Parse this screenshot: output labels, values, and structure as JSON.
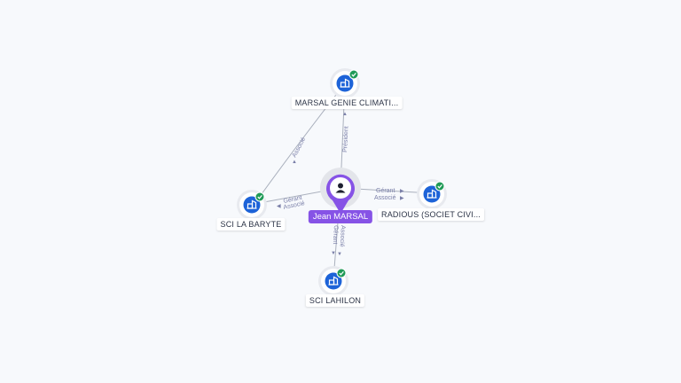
{
  "colors": {
    "edge": "#aab0bd",
    "edge_label": "#7a7fa8",
    "company_icon_bg": "#1d63d8",
    "check_badge": "#1f9a57",
    "person_pin": "#8653e6",
    "person_halo": "#e3e5ea"
  },
  "person": {
    "name": "Jean MARSAL",
    "icon": "user-icon"
  },
  "companies": [
    {
      "id": "marsal",
      "name": "MARSAL GENIE CLIMATI...",
      "icon": "building-icon",
      "verified": true
    },
    {
      "id": "baryte",
      "name": "SCI LA BARYTE",
      "icon": "building-icon",
      "verified": true
    },
    {
      "id": "radious",
      "name": "RADIOUS (SOCIET CIVI...",
      "icon": "building-icon",
      "verified": true
    },
    {
      "id": "lahilon",
      "name": "SCI LAHILON",
      "icon": "building-icon",
      "verified": true
    }
  ],
  "edges": [
    {
      "from": "person",
      "to": "marsal",
      "labels": [
        "Président"
      ]
    },
    {
      "from": "baryte",
      "to": "marsal",
      "labels": [
        "Associé"
      ]
    },
    {
      "from": "person",
      "to": "baryte",
      "labels": [
        "Gérant",
        "Associé"
      ]
    },
    {
      "from": "person",
      "to": "radious",
      "labels": [
        "Gérant",
        "Associé"
      ]
    },
    {
      "from": "person",
      "to": "lahilon",
      "labels": [
        "Gérant",
        "Associé"
      ]
    }
  ]
}
